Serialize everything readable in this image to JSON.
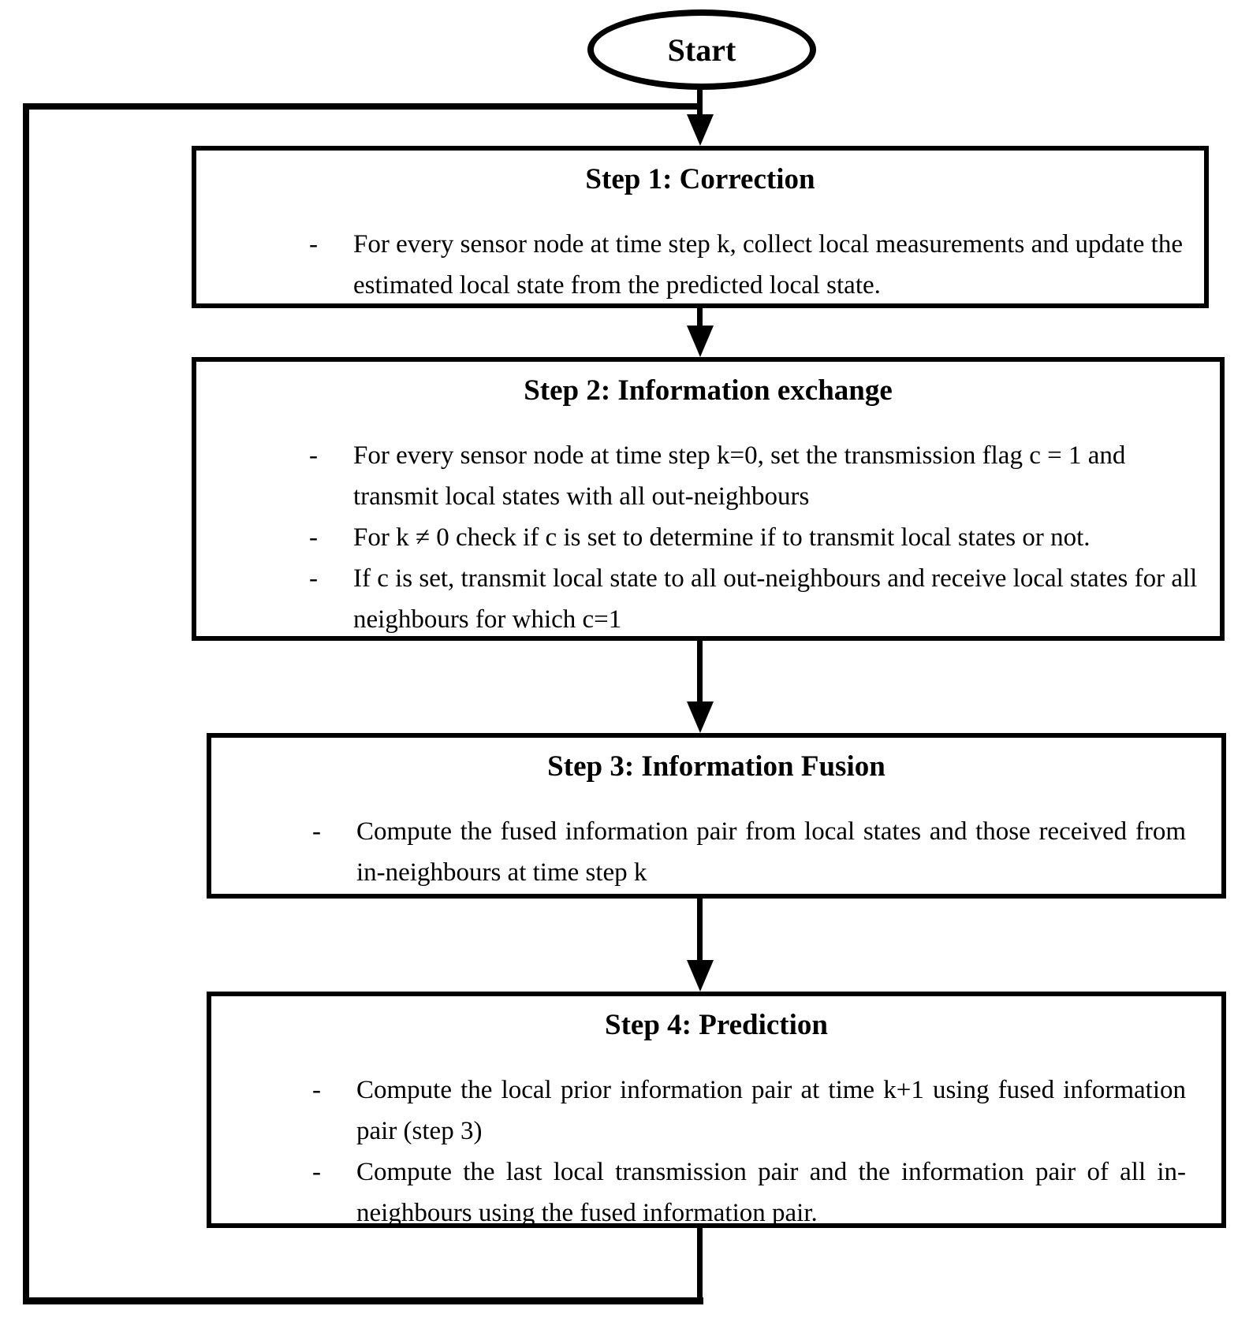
{
  "colors": {
    "stroke": "#000000",
    "background": "#ffffff"
  },
  "start_node": {
    "label": "Start"
  },
  "bullet_marker": "-",
  "steps": [
    {
      "title": "Step 1: Correction",
      "bullets": [
        "For every sensor node at time step k, collect local measurements and update the estimated local state from the predicted local state."
      ]
    },
    {
      "title": "Step 2: Information exchange",
      "bullets": [
        "For every sensor node at time step k=0, set the transmission flag c = 1 and transmit local states with all out-neighbours",
        "For k ≠ 0 check if c is set to determine if to transmit local states or not.",
        "If c is set, transmit local state to all out-neighbours and receive local states for all neighbours for which c=1"
      ]
    },
    {
      "title": "Step 3: Information Fusion",
      "bullets": [
        "Compute the fused information pair from local states and those received from in-neighbours at time step k"
      ]
    },
    {
      "title": "Step 4: Prediction",
      "bullets": [
        "Compute the local prior information pair at time k+1 using fused information pair (step 3)",
        "Compute the last local transmission pair and the information pair of all in-neighbours using the fused information pair."
      ]
    }
  ]
}
